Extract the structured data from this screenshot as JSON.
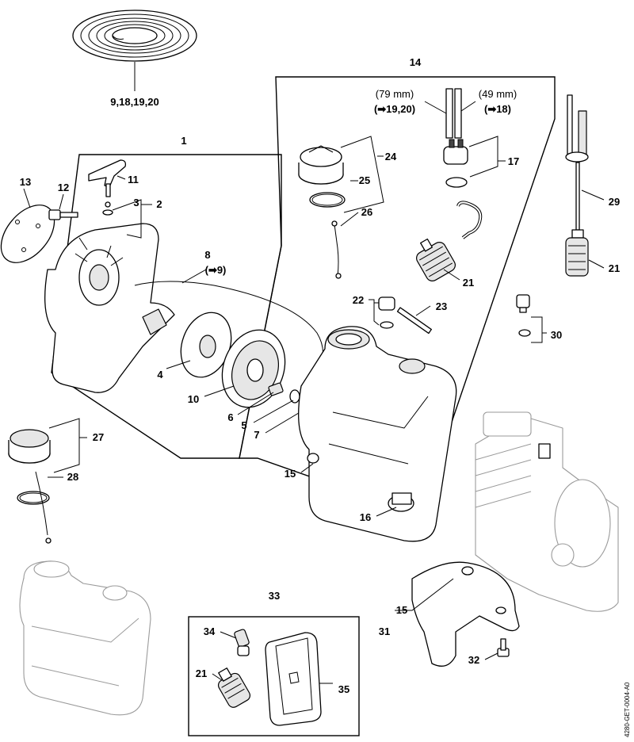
{
  "callouts": {
    "c9_18_19_20": "9,18,19,20",
    "c14": "14",
    "c79mm": "(79 mm)",
    "c49mm": "(49 mm)",
    "c19_20_ref": "(➡19,20)",
    "c18_ref": "(➡18)",
    "c1": "1",
    "c24": "24",
    "c25": "25",
    "c26": "26",
    "c17": "17",
    "c29": "29",
    "c13": "13",
    "c12": "12",
    "c11": "11",
    "c3": "3",
    "c2": "2",
    "c8": "8",
    "c9_ref": "(➡9)",
    "c21a": "21",
    "c21b": "21",
    "c22": "22",
    "c23": "23",
    "c30": "30",
    "c4": "4",
    "c10": "10",
    "c6": "6",
    "c5": "5",
    "c7": "7",
    "c27": "27",
    "c28": "28",
    "c15a": "15",
    "c16": "16",
    "c33": "33",
    "c15b": "15",
    "c31": "31",
    "c34": "34",
    "c21c": "21",
    "c35": "35",
    "c32": "32"
  },
  "doc_id": "4280-GET-0004-A0",
  "colors": {
    "line": "#000000",
    "faint": "#9a9a9a",
    "fill_light": "#e6e6e6"
  }
}
